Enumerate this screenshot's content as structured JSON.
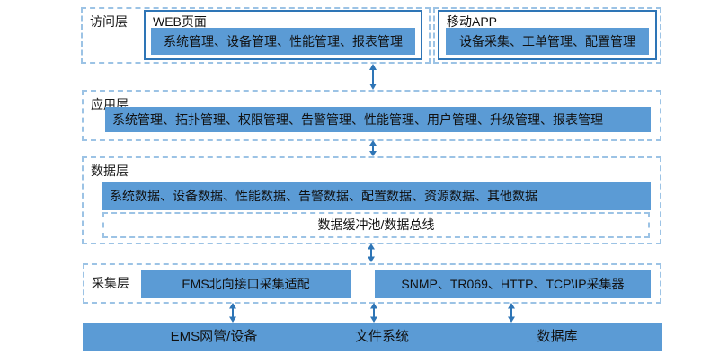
{
  "colors": {
    "bar_fill": "#5b9bd5",
    "solid_border": "#2e75b6",
    "dashed_border": "#9cc3e5",
    "arrow": "#2e75b6",
    "text": "#111111"
  },
  "layers": {
    "access": {
      "label": "访问层",
      "web": {
        "title": "WEB页面",
        "modules": "系统管理、设备管理、性能管理、报表管理"
      },
      "mobile": {
        "title": "移动APP",
        "modules": "设备采集、工单管理、配置管理"
      }
    },
    "application": {
      "label": "应用层",
      "modules": "系统管理、拓扑管理、权限管理、告警管理、性能管理、用户管理、升级管理、报表管理"
    },
    "data": {
      "label": "数据层",
      "modules": "系统数据、设备数据、性能数据、告警数据、配置数据、资源数据、其他数据",
      "bus": "数据缓冲池/数据总线"
    },
    "collection": {
      "label": "采集层",
      "adapter": "EMS北向接口采集适配",
      "collectors": "SNMP、TR069、HTTP、TCP\\IP采集器"
    },
    "resources": {
      "items": [
        "EMS网管/设备",
        "文件系统",
        "数据库"
      ]
    }
  }
}
